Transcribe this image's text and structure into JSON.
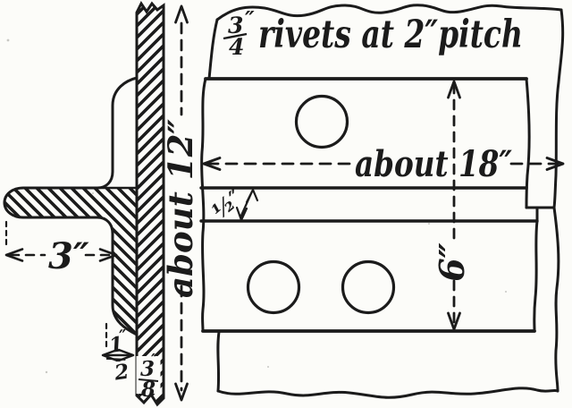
{
  "title": "Riveted tee-bar joint working drawing",
  "colors": {
    "ink": "#1b1b1b",
    "paper": "#fcfcf9"
  },
  "annotations": {
    "rivet_note": {
      "numerator": "3",
      "denominator": "4",
      "unit": "″",
      "text": "rivets at 2″pitch"
    },
    "dim_width": {
      "label": "about 18″"
    },
    "dim_height": {
      "label": "about 12″"
    },
    "dim_flange_width": {
      "label": "6″"
    },
    "dim_leg_length": {
      "label": "3″"
    },
    "dim_web_gap": {
      "label": "½″"
    },
    "dim_leg_thickness": {
      "numerator": "1",
      "denominator": "2",
      "unit": "″"
    },
    "dim_plate_thickness": {
      "numerator": "3",
      "denominator": "8",
      "unit": "″"
    }
  }
}
